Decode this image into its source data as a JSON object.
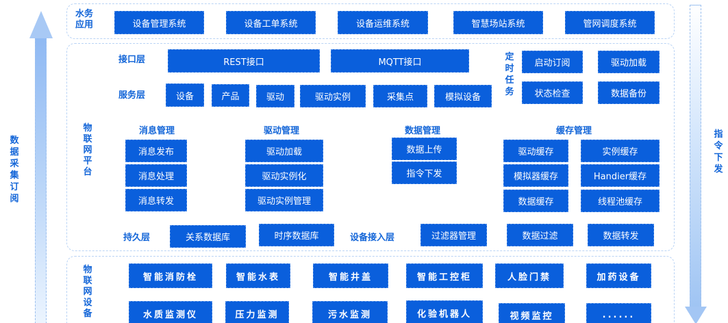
{
  "arrows": {
    "left": {
      "label": "数据采集订阅",
      "direction": "up"
    },
    "right": {
      "label": "指令下发",
      "direction": "down"
    }
  },
  "colors": {
    "box_fill": "#0a5fdc",
    "label_text": "#1466d8",
    "panel_border": "#b9d3f5",
    "arrow": "#a8c9f5"
  },
  "app_layer": {
    "title": "水务应用",
    "title_lines": [
      "水务",
      "应用"
    ],
    "systems": [
      "设备管理系统",
      "设备工单系统",
      "设备运维系统",
      "智慧场站系统",
      "管网调度系统"
    ]
  },
  "platform": {
    "title": "物联网平台",
    "interface_layer": {
      "label": "接口层",
      "items": [
        "REST接口",
        "MQTT接口"
      ]
    },
    "service_layer": {
      "label": "服务层",
      "items": [
        "设备",
        "产品",
        "驱动",
        "驱动实例",
        "采集点",
        "模拟设备"
      ]
    },
    "scheduled_tasks": {
      "label": "定时任务",
      "items": [
        "启动订阅",
        "驱动加载",
        "状态检查",
        "数据备份"
      ]
    },
    "message_mgmt": {
      "label": "消息管理",
      "items": [
        "消息发布",
        "消息处理",
        "消息转发"
      ]
    },
    "driver_mgmt": {
      "label": "驱动管理",
      "items": [
        "驱动加载",
        "驱动实例化",
        "驱动实例管理"
      ]
    },
    "data_mgmt": {
      "label": "数据管理",
      "items": [
        "数据上传",
        "指令下发"
      ]
    },
    "cache_mgmt": {
      "label": "缓存管理",
      "items": [
        "驱动缓存",
        "实例缓存",
        "模拟器缓存",
        "Handier缓存",
        "数据缓存",
        "线程池缓存"
      ]
    },
    "persistence_layer": {
      "label": "持久层",
      "items": [
        "关系数据库",
        "时序数据库"
      ]
    },
    "device_access_layer": {
      "label": "设备接入层",
      "items": [
        "过滤器管理",
        "数据过滤",
        "数据转发"
      ]
    }
  },
  "devices": {
    "title": "物联网设备",
    "row1": [
      "智能消防栓",
      "智能水表",
      "智能井盖",
      "智能工控柜",
      "人脸门禁",
      "加药设备"
    ],
    "row2": [
      "水质监测仪",
      "压力监测",
      "污水监测",
      "化验机器人",
      "视频监控",
      "......"
    ]
  }
}
